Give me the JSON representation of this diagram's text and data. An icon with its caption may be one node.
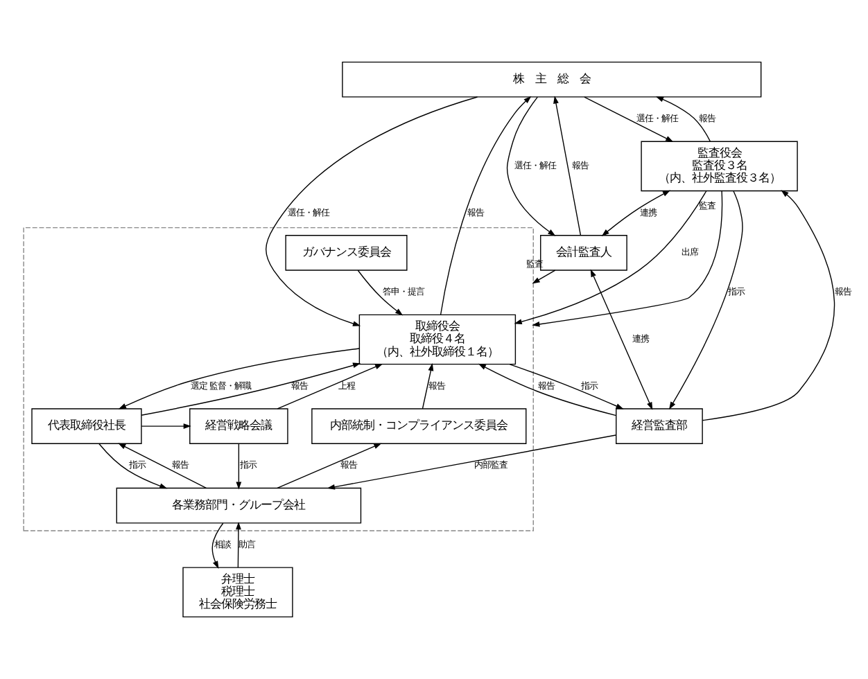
{
  "diagram": {
    "nodes": [
      {
        "text": [
          "株　主　総　会"
        ]
      },
      {
        "text": [],
        "shape": "box"
      },
      {
        "text": [
          "取締役会",
          "取締役４名",
          "（内、社外取締役１名）"
        ],
        "in": 1
      },
      {
        "text": [
          "監査役会",
          "監査役３名",
          "（内、社外監査役３名）"
        ]
      },
      {
        "text": [
          "会計監査人"
        ]
      },
      {
        "text": [
          "ガバナンス委員会"
        ],
        "in": 1
      },
      {
        "text": [
          "経営戦略会議"
        ],
        "in": 1
      },
      {
        "text": [
          "内部統制・コンプライアンス委員会"
        ],
        "in": 1
      },
      {
        "text": [
          "代表取締役社長"
        ],
        "in": 1
      },
      {
        "text": [
          "経営監査部"
        ]
      },
      {
        "text": [
          "各業務部門・グループ会社"
        ],
        "in": 1
      },
      {
        "text": [
          "弁理士",
          "税理士",
          "社会保険労務士"
        ]
      }
    ],
    "edges": [
      {
        "from": 2,
        "to": 0,
        "arrow": "to",
        "label": "報告"
      },
      {
        "from": 0,
        "to": 2,
        "arrow": "to",
        "label": "選任・解任"
      },
      {
        "from": 3,
        "to": 0,
        "arrow": "to",
        "label": "報告"
      },
      {
        "from": 0,
        "to": 3,
        "arrow": "to",
        "label": "選任・解任"
      },
      {
        "from": 4,
        "to": 0,
        "arrow": "to",
        "label": "報告"
      },
      {
        "from": 0,
        "to": 4,
        "arrow": "to",
        "label": "選任・解任"
      },
      {
        "from": 3,
        "to": 1,
        "arrow": "to",
        "label": "監査"
      },
      {
        "from": 3,
        "to": 2,
        "arrow": "to",
        "label": "出席"
      },
      {
        "from": 3,
        "to": 4,
        "arrow": "both",
        "label": "連携"
      },
      {
        "from": 9,
        "to": 3,
        "arrow": "to",
        "label": "報告"
      },
      {
        "from": 3,
        "to": 9,
        "arrow": "to",
        "label": "指示"
      },
      {
        "from": 9,
        "to": 2,
        "arrow": "to",
        "label": "報告"
      },
      {
        "from": 2,
        "to": 9,
        "arrow": "to",
        "label": "指示"
      },
      {
        "from": 4,
        "to": 9,
        "arrow": "both",
        "label": "連携"
      },
      {
        "from": 4,
        "to": 1,
        "arrow": "to",
        "label": "監査"
      },
      {
        "from": 5,
        "to": 2,
        "arrow": "to",
        "label": "答申・提言"
      },
      {
        "from": 6,
        "to": 2,
        "arrow": "to",
        "label": "上程"
      },
      {
        "from": 2,
        "to": 8,
        "arrow": "to",
        "label": "選定 監督・解職"
      },
      {
        "from": 8,
        "to": 2,
        "arrow": "to",
        "label": "報告"
      },
      {
        "from": 7,
        "to": 2,
        "arrow": "to",
        "label": "報告"
      },
      {
        "from": 8,
        "to": 6,
        "arrow": "to"
      },
      {
        "from": 6,
        "to": 10,
        "arrow": "to",
        "label": "指示"
      },
      {
        "from": 10,
        "to": 7,
        "arrow": "to",
        "label": "報告"
      },
      {
        "from": 8,
        "to": 10,
        "arrow": "to",
        "label": "指示"
      },
      {
        "from": 10,
        "to": 8,
        "arrow": "to",
        "label": "報告"
      },
      {
        "from": 9,
        "to": 10,
        "arrow": "to",
        "label": "内部監査"
      },
      {
        "from": 10,
        "to": 11,
        "arrow": "to",
        "label": "相談"
      },
      {
        "from": 11,
        "to": 10,
        "arrow": "to",
        "label": "助言"
      }
    ]
  }
}
